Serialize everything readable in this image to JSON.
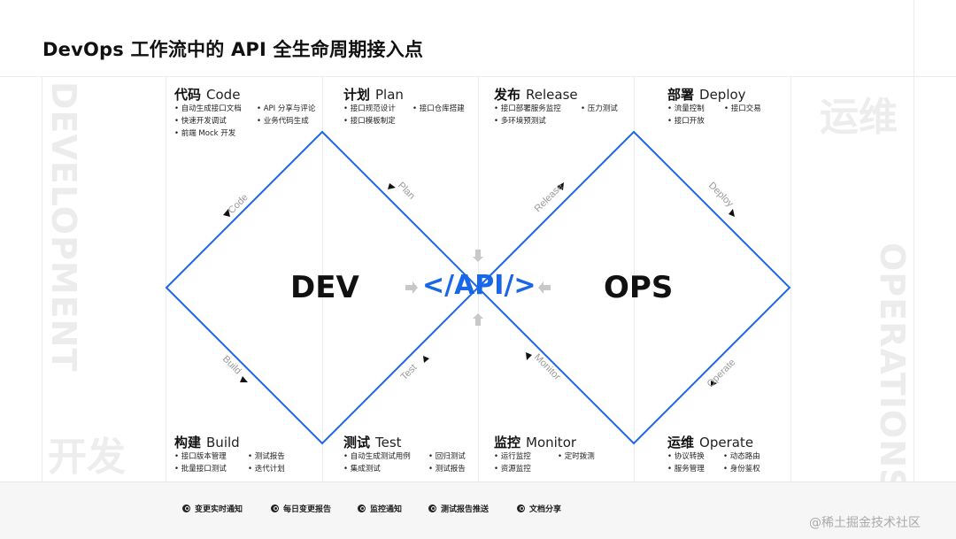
{
  "title": "DevOps 工作流中的 API 全生命周期接入点",
  "watermarks": {
    "development": "DEVELOPMENT",
    "operations": "OPERATIONS",
    "kaifa": "开发",
    "yunwei": "运维"
  },
  "center": {
    "dev": "DEV",
    "api": "</API/>",
    "ops": "OPS"
  },
  "edge_labels": {
    "code": "Code",
    "plan": "Plan",
    "build": "Build",
    "test": "Test",
    "release": "Release",
    "deploy": "Deploy",
    "monitor": "Monitor",
    "operate": "Operate"
  },
  "stages": {
    "code": {
      "cn": "代码",
      "en": "Code",
      "col1": [
        "自动生成接口文档",
        "快速开发调试",
        "前端 Mock 开发"
      ],
      "col2": [
        "API 分享与评论",
        "业务代码生成"
      ]
    },
    "plan": {
      "cn": "计划",
      "en": "Plan",
      "col1": [
        "接口规范设计",
        "接口模板制定"
      ],
      "col2": [
        "接口仓库搭建"
      ]
    },
    "release": {
      "cn": "发布",
      "en": "Release",
      "col1": [
        "接口部署服务监控",
        "多环境预测试"
      ],
      "col2": [
        "压力测试"
      ]
    },
    "deploy": {
      "cn": "部署",
      "en": "Deploy",
      "col1": [
        "流量控制",
        "接口开放"
      ],
      "col2": [
        "接口交易"
      ]
    },
    "build": {
      "cn": "构建",
      "en": "Build",
      "col1": [
        "接口版本管理",
        "批量接口测试"
      ],
      "col2": [
        "测试报告",
        "迭代计划"
      ]
    },
    "test": {
      "cn": "测试",
      "en": "Test",
      "col1": [
        "自动生成测试用例",
        "集成测试"
      ],
      "col2": [
        "回归测试",
        "测试报告"
      ]
    },
    "monitor": {
      "cn": "监控",
      "en": "Monitor",
      "col1": [
        "运行监控",
        "资源监控"
      ],
      "col2": [
        "定时拨测"
      ]
    },
    "operate": {
      "cn": "运维",
      "en": "Operate",
      "col1": [
        "协议转换",
        "服务管理"
      ],
      "col2": [
        "动态路由",
        "身份鉴权"
      ]
    }
  },
  "footer": [
    "变更实时通知",
    "每日变更报告",
    "监控通知",
    "测试报告推送",
    "文档分享"
  ],
  "credit": "@稀土掘金技术社区",
  "colors": {
    "accent": "#1a66e8",
    "text": "#111111",
    "grid": "#ececec"
  }
}
